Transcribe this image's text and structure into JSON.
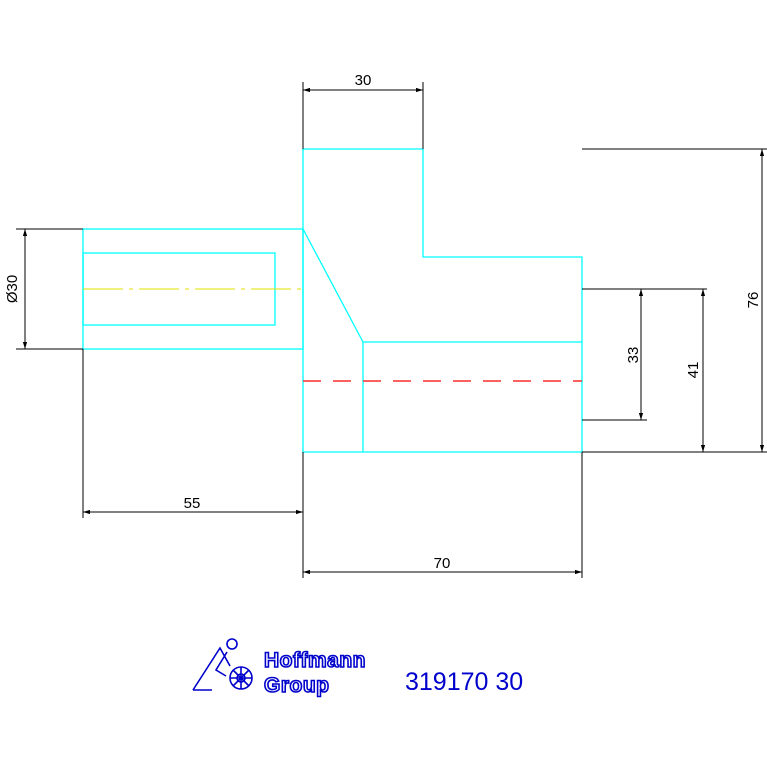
{
  "dimensions": {
    "top_width": "30",
    "left_diameter": "Ø30",
    "left_length": "55",
    "bottom_length": "70",
    "right_inner": "33",
    "right_middle": "41",
    "right_total": "76"
  },
  "logo": {
    "line1": "Hoffmann",
    "line2": "Group",
    "icon": "hoffmann-group-logo-icon"
  },
  "part_number": "319170 30",
  "colors": {
    "outline": "#00ffff",
    "centerline_left": "#e0e000",
    "centerline_right": "#ff0000",
    "dimension": "#000000",
    "brand": "#0000cc"
  }
}
